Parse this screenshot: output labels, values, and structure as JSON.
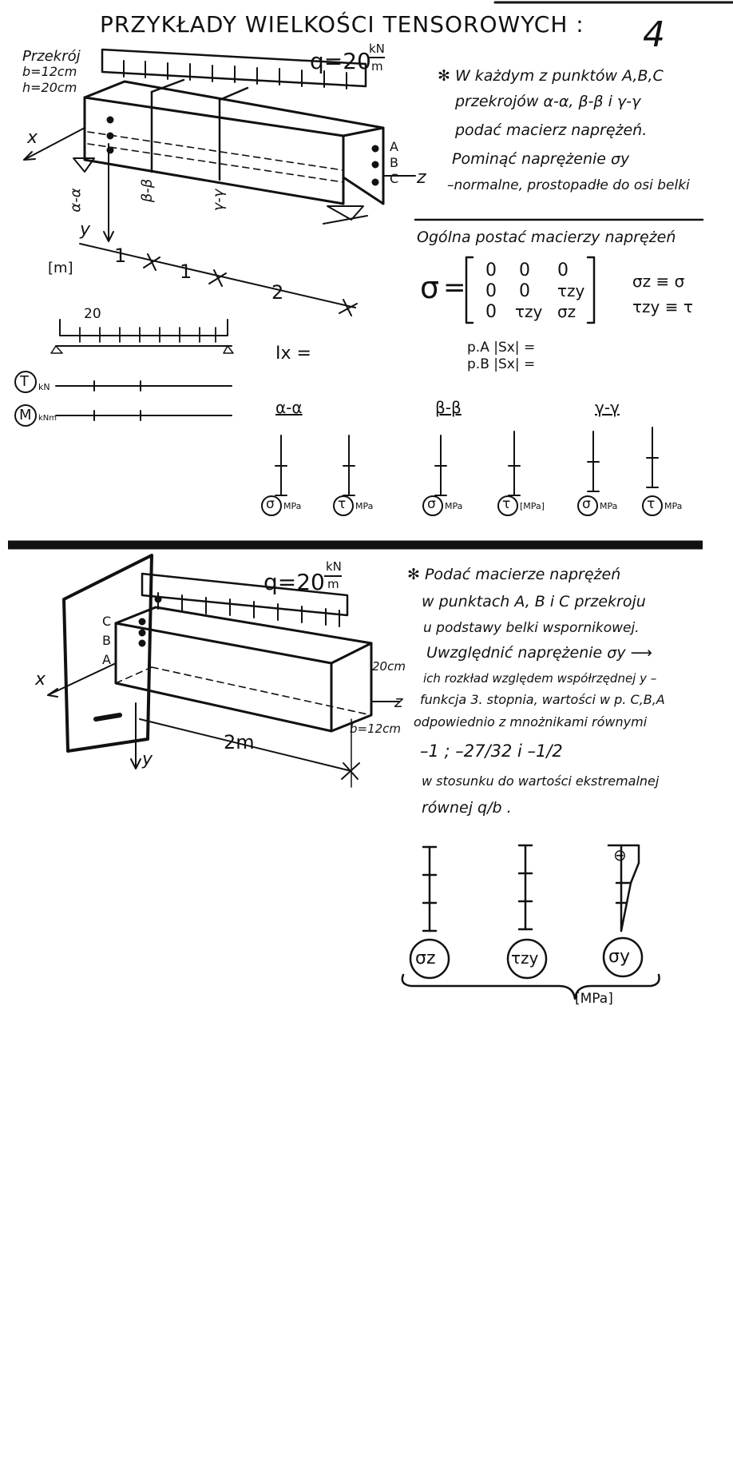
{
  "page_number": "4",
  "title": "PRZYKŁADY WIELKOŚCI TENSOROWYCH :",
  "section1": {
    "cross_section_label": "Przekrój",
    "b_value": "b=12cm",
    "h_value": "h=20cm",
    "load_label": "q=20",
    "load_unit_num": "kN",
    "load_unit_den": "m",
    "axis_x": "x",
    "axis_y": "y",
    "axis_z": "z",
    "point_A": "A",
    "point_B": "B",
    "point_C": "C",
    "section_alpha": "α-α",
    "section_beta": "β-β",
    "section_gamma": "γ-γ",
    "dim_unit": "[m]",
    "dim_1a": "1",
    "dim_1b": "1",
    "dim_2": "2",
    "task_lines": [
      "✻ W każdym z punktów A,B,C",
      "przekrojów α-α, β-β i γ-γ",
      "podać macierz naprężeń.",
      "Pominąć naprężenie σy",
      "–normalne, prostopadłe do osi belki"
    ],
    "matrix_title": "Ogólna postać macierzy naprężeń",
    "sigma_symbol": "σ",
    "matrix_rows": [
      [
        "0",
        "0",
        "0"
      ],
      [
        "0",
        "0",
        "τzy"
      ],
      [
        "0",
        "τzy",
        "σz"
      ]
    ],
    "identity1": "σz ≡ σ",
    "identity2": "τzy ≡ τ",
    "small_load_value": "20",
    "T_label": "T",
    "T_unit": "kN",
    "M_label": "M",
    "M_unit": "kNm",
    "Ix_label": "Ix =",
    "SxA_label": "p.A  |Sx| =",
    "SxB_label": "p.B  |Sx| =",
    "diagram_sections": [
      "α-α",
      "β-β",
      "γ-γ"
    ],
    "diagram_labels": [
      {
        "sym": "σ",
        "unit": "MPa"
      },
      {
        "sym": "τ",
        "unit": "MPa"
      },
      {
        "sym": "σ",
        "unit": "MPa"
      },
      {
        "sym": "τ",
        "unit": "[MPa]"
      },
      {
        "sym": "σ",
        "unit": "MPa"
      },
      {
        "sym": "τ",
        "unit": "MPa"
      }
    ]
  },
  "section2": {
    "load_label": "q=20",
    "load_unit_num": "kN",
    "load_unit_den": "m",
    "point_A": "A",
    "point_B": "B",
    "point_C": "C",
    "axis_x": "x",
    "axis_y": "y",
    "axis_z": "z",
    "height": "20cm",
    "width": "b=12cm",
    "length": "2m",
    "task_lines": [
      "✻ Podać macierze naprężeń",
      "w punktach A, B i C przekroju",
      "u podstawy belki wspornikowej.",
      "Uwzględnić naprężenie σy ⟶",
      "ich rozkład względem współrzędnej y –",
      "funkcja 3. stopnia, wartości w p. C,B,A",
      "odpowiednio z mnożnikami równymi",
      "–1 ;  –27/32  i  –1/2",
      "w stosunku do wartości ekstremalnej",
      "równej  q/b ."
    ],
    "minus_sign": "⊖",
    "diagram_labels": [
      "σz",
      "τzy",
      "σy"
    ],
    "unit": "[MPa]"
  }
}
